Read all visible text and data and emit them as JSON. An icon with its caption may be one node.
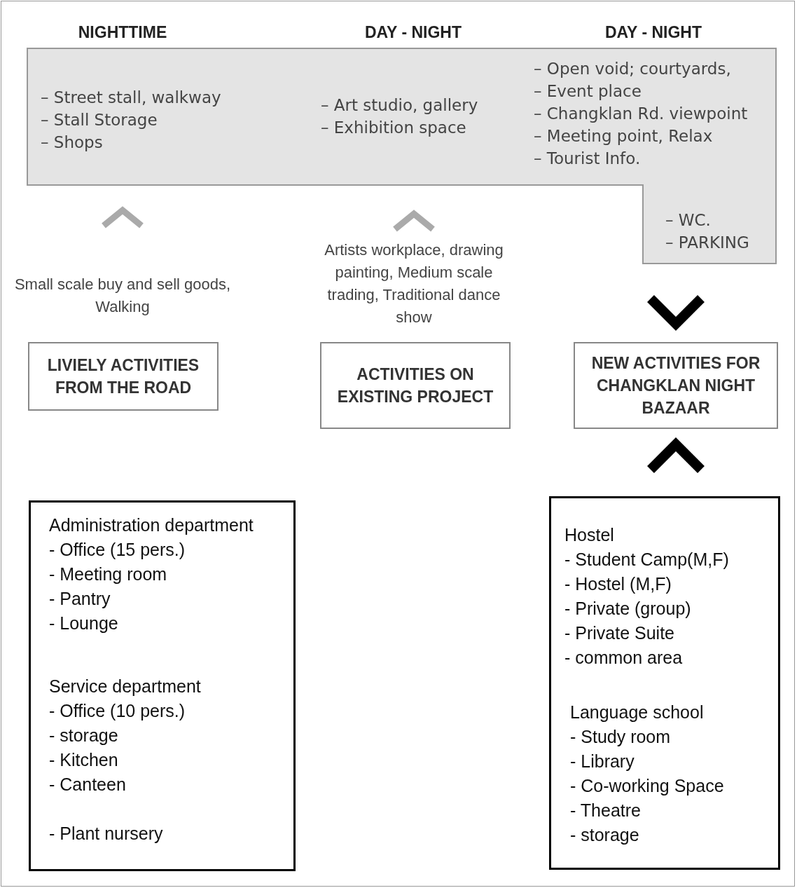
{
  "diagram": {
    "nodes": [
      {
        "text": [
          "– Street stall, walkway",
          "– Stall Storage",
          "– Shops",
          "– Art studio, gallery",
          "– Exhibition space",
          "– Open void; courtyards,",
          "– Event place",
          "– Changklan Rd. viewpoint",
          "– Meeting point, Relax",
          "– Tourist Info.",
          "– WC.",
          "– PARKING"
        ]
      },
      {
        "text": [
          "LIVIELY ACTIVITIES FROM THE ROAD"
        ]
      },
      {
        "text": [
          "ACTIVITIES ON EXISTING PROJECT"
        ]
      },
      {
        "text": [
          "NEW ACTIVITIES FOR CHANGKLAN NIGHT BAZAAR"
        ]
      },
      {
        "text": [
          "Administration department",
          "- Office (15 pers.)",
          "- Meeting room",
          "- Pantry",
          "- Lounge",
          "Service department",
          "- Office (10 pers.)",
          "- storage",
          "- Kitchen",
          "- Canteen",
          "- Plant nursery"
        ]
      },
      {
        "text": [
          "Hostel",
          "- Student Camp(M,F)",
          "- Hostel (M,F)",
          "- Private (group)",
          "- Private Suite",
          "- common area",
          "Language school",
          "- Study room",
          "- Library",
          "- Co-working Space",
          "- Theatre",
          "- storage"
        ]
      }
    ],
    "edges": [
      {
        "from": 1,
        "to": 0,
        "arrow": "to",
        "label": "Small scale buy and sell goods, Walking",
        "color": "#aaaaaa"
      },
      {
        "from": 2,
        "to": 0,
        "arrow": "to",
        "label": "Artists workplace, drawing painting, Medium scale trading, Traditional dance show",
        "color": "#aaaaaa"
      },
      {
        "from": 0,
        "to": 3,
        "arrow": "to",
        "color": "#000000"
      },
      {
        "from": 5,
        "to": 3,
        "arrow": "to",
        "color": "#000000"
      }
    ],
    "labels": [
      "NIGHTTIME",
      "DAY - NIGHT",
      "DAY - NIGHT"
    ]
  }
}
